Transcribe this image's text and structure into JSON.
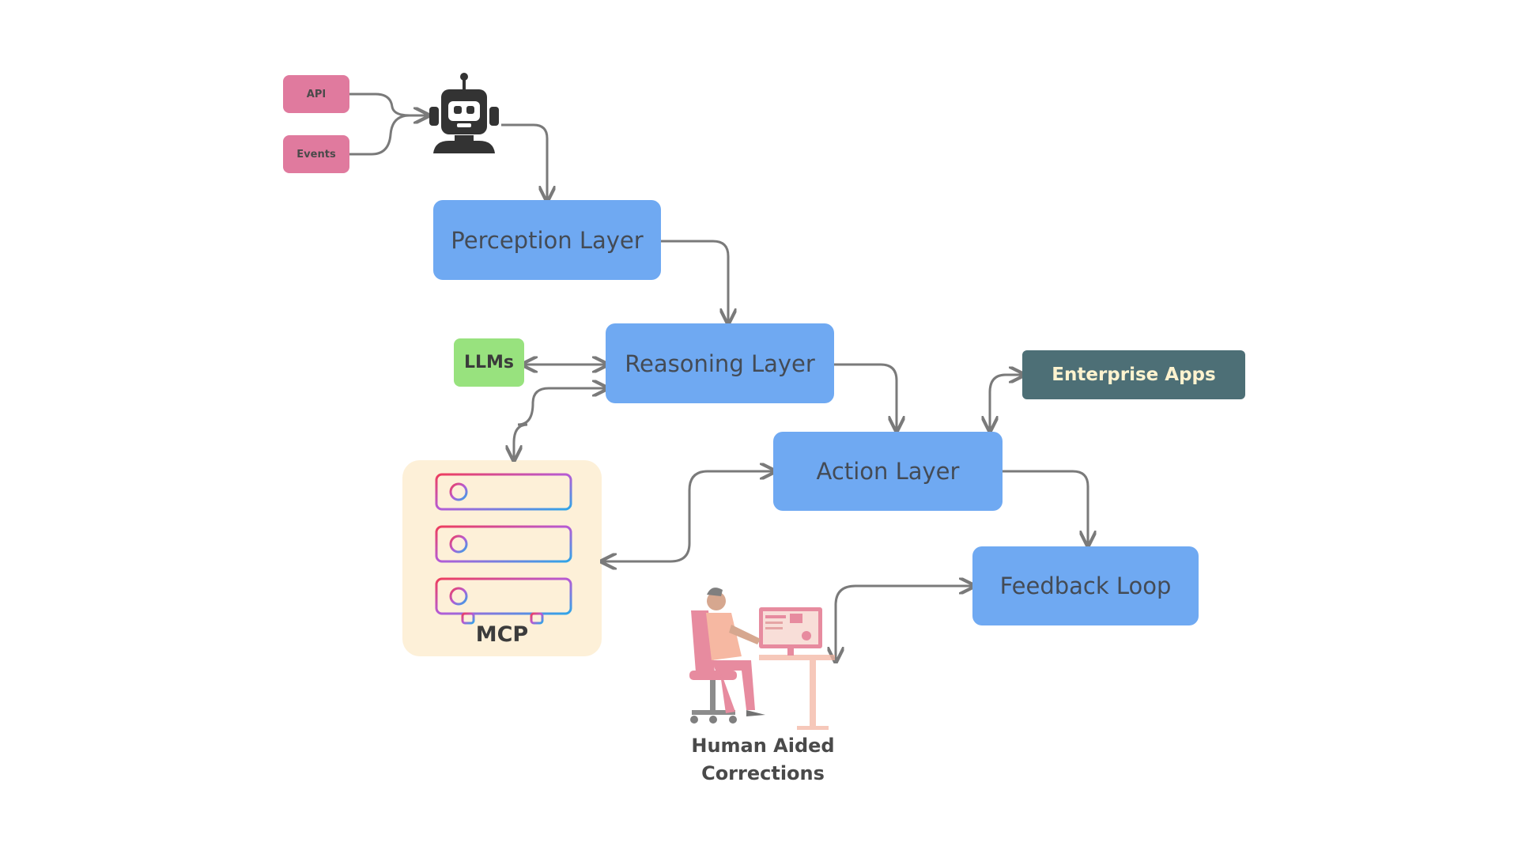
{
  "nodes": {
    "api": "API",
    "events": "Events",
    "perception": "Perception Layer",
    "reasoning": "Reasoning Layer",
    "llms": "LLMs",
    "mcp": "MCP",
    "action": "Action Layer",
    "enterprise": "Enterprise Apps",
    "feedback": "Feedback Loop",
    "human_line1": "Human Aided",
    "human_line2": "Corrections"
  },
  "colors": {
    "layer": "#6fa9f2",
    "source": "#e07a9e",
    "llms": "#98e27e",
    "enterprise": "#4d6f76",
    "mcp_card": "#fdf0d8",
    "connector": "#7a7a7a"
  },
  "icons": {
    "agent": "robot-icon",
    "mcp": "server-stack-icon",
    "human": "person-at-desk-illustration"
  }
}
